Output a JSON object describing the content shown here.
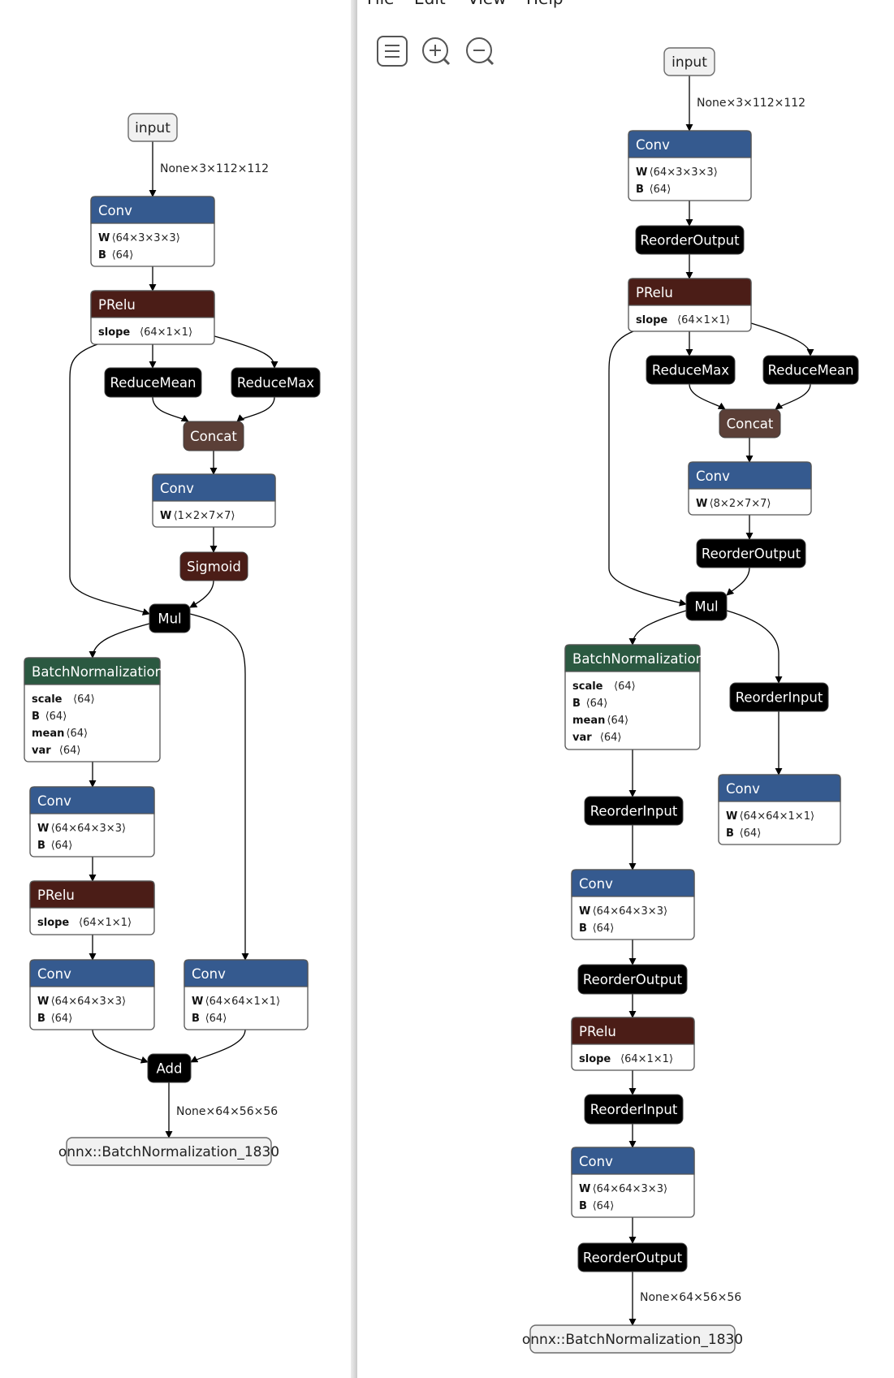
{
  "menu": [
    "File",
    "Edit",
    "View",
    "Help"
  ],
  "toolbar": {
    "icons": [
      "menu-icon",
      "zoom-in-icon",
      "zoom-out-icon"
    ]
  },
  "colors": {
    "conv": "#355a8f",
    "prelu": "#4b1d17",
    "black": "#000000",
    "concat": "#5b3f37",
    "sigmoid": "#4b1d17",
    "batchnorm": "#2b5941"
  },
  "left_graph": {
    "input": "input",
    "input_shape": "None×3×112×112",
    "output_shape": "None×64×56×56",
    "output": "onnx::BatchNormalization_1830",
    "nodes": [
      {
        "op": "Conv",
        "attrs": [
          {
            "name": "W",
            "value": "⟨64×3×3×3⟩"
          },
          {
            "name": "B",
            "value": "⟨64⟩"
          }
        ]
      },
      {
        "op": "PRelu",
        "attrs": [
          {
            "name": "slope",
            "value": "⟨64×1×1⟩"
          }
        ]
      },
      {
        "op": "ReduceMean"
      },
      {
        "op": "ReduceMax"
      },
      {
        "op": "Concat"
      },
      {
        "op": "Conv",
        "attrs": [
          {
            "name": "W",
            "value": "⟨1×2×7×7⟩"
          }
        ]
      },
      {
        "op": "Sigmoid"
      },
      {
        "op": "Mul"
      },
      {
        "op": "BatchNormalization",
        "attrs": [
          {
            "name": "scale",
            "value": "⟨64⟩"
          },
          {
            "name": "B",
            "value": "⟨64⟩"
          },
          {
            "name": "mean",
            "value": "⟨64⟩"
          },
          {
            "name": "var",
            "value": "⟨64⟩"
          }
        ]
      },
      {
        "op": "Conv",
        "attrs": [
          {
            "name": "W",
            "value": "⟨64×64×3×3⟩"
          },
          {
            "name": "B",
            "value": "⟨64⟩"
          }
        ]
      },
      {
        "op": "PRelu",
        "attrs": [
          {
            "name": "slope",
            "value": "⟨64×1×1⟩"
          }
        ]
      },
      {
        "op": "Conv",
        "attrs": [
          {
            "name": "W",
            "value": "⟨64×64×3×3⟩"
          },
          {
            "name": "B",
            "value": "⟨64⟩"
          }
        ]
      },
      {
        "op": "Conv",
        "attrs": [
          {
            "name": "W",
            "value": "⟨64×64×1×1⟩"
          },
          {
            "name": "B",
            "value": "⟨64⟩"
          }
        ]
      },
      {
        "op": "Add"
      }
    ]
  },
  "right_graph": {
    "input": "input",
    "input_shape": "None×3×112×112",
    "output_shape": "None×64×56×56",
    "output": "onnx::BatchNormalization_1830",
    "nodes": [
      {
        "op": "Conv",
        "attrs": [
          {
            "name": "W",
            "value": "⟨64×3×3×3⟩"
          },
          {
            "name": "B",
            "value": "⟨64⟩"
          }
        ]
      },
      {
        "op": "ReorderOutput"
      },
      {
        "op": "PRelu",
        "attrs": [
          {
            "name": "slope",
            "value": "⟨64×1×1⟩"
          }
        ]
      },
      {
        "op": "ReduceMax"
      },
      {
        "op": "ReduceMean"
      },
      {
        "op": "Concat"
      },
      {
        "op": "Conv",
        "attrs": [
          {
            "name": "W",
            "value": "⟨8×2×7×7⟩"
          }
        ]
      },
      {
        "op": "ReorderOutput"
      },
      {
        "op": "Mul"
      },
      {
        "op": "BatchNormalization",
        "attrs": [
          {
            "name": "scale",
            "value": "⟨64⟩"
          },
          {
            "name": "B",
            "value": "⟨64⟩"
          },
          {
            "name": "mean",
            "value": "⟨64⟩"
          },
          {
            "name": "var",
            "value": "⟨64⟩"
          }
        ]
      },
      {
        "op": "ReorderInput"
      },
      {
        "op": "Conv",
        "attrs": [
          {
            "name": "W",
            "value": "⟨64×64×1×1⟩"
          },
          {
            "name": "B",
            "value": "⟨64⟩"
          }
        ]
      },
      {
        "op": "ReorderInput"
      },
      {
        "op": "Conv",
        "attrs": [
          {
            "name": "W",
            "value": "⟨64×64×3×3⟩"
          },
          {
            "name": "B",
            "value": "⟨64⟩"
          }
        ]
      },
      {
        "op": "ReorderOutput"
      },
      {
        "op": "PRelu",
        "attrs": [
          {
            "name": "slope",
            "value": "⟨64×1×1⟩"
          }
        ]
      },
      {
        "op": "ReorderInput"
      },
      {
        "op": "Conv",
        "attrs": [
          {
            "name": "W",
            "value": "⟨64×64×3×3⟩"
          },
          {
            "name": "B",
            "value": "⟨64⟩"
          }
        ]
      },
      {
        "op": "ReorderOutput"
      }
    ]
  }
}
